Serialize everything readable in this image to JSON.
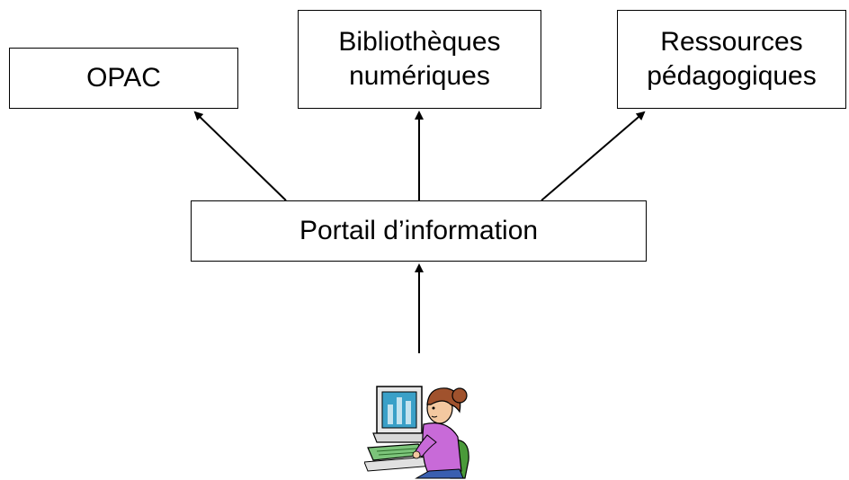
{
  "nodes": {
    "opac": {
      "label": "OPAC"
    },
    "bibliotheques": {
      "line1": "Bibliothèques",
      "line2": "numériques"
    },
    "ressources": {
      "line1": "Ressources",
      "line2": "pédagogiques"
    },
    "portail": {
      "label": "Portail d’information"
    }
  },
  "user_icon": "person-at-computer-icon",
  "colors": {
    "line": "#000000",
    "box_border": "#000000",
    "monitor": "#3aa0c8",
    "hair": "#a0522d",
    "shirt": "#c86ad8",
    "keyboard": "#7cc47a",
    "chair": "#4a9a3a"
  }
}
